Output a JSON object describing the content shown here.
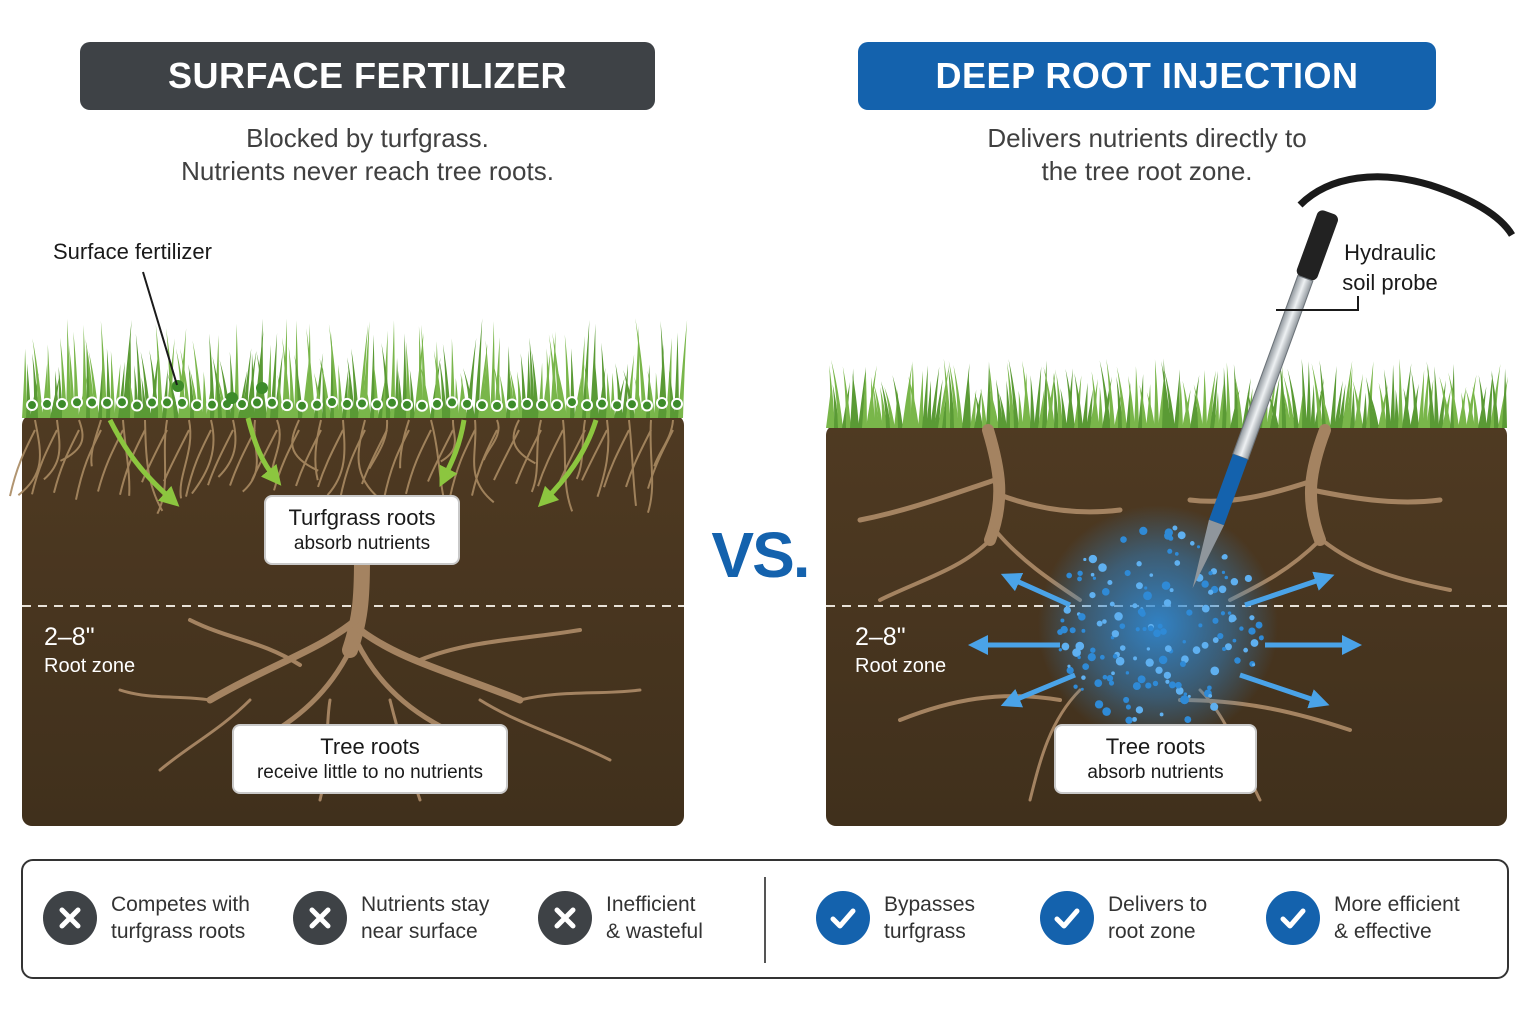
{
  "left_panel": {
    "title": "SURFACE FERTILIZER",
    "subtitle_line1": "Blocked by turfgrass.",
    "subtitle_line2": "Nutrients never reach tree roots.",
    "callout": "Surface fertilizer",
    "grass_card_title": "Turfgrass roots",
    "grass_card_sub": "absorb nutrients",
    "root_zone_depth": "2–8\"",
    "root_zone_label": "Root zone",
    "tree_card_title": "Tree roots",
    "tree_card_sub": "receive little to no nutrients"
  },
  "vs_label": "VS.",
  "right_panel": {
    "title": "DEEP ROOT INJECTION",
    "subtitle_line1": "Delivers nutrients directly to",
    "subtitle_line2": "the tree root zone.",
    "probe_label_line1": "Hydraulic",
    "probe_label_line2": "soil probe",
    "root_zone_depth": "2–8\"",
    "root_zone_label": "Root zone",
    "tree_card_title": "Tree roots",
    "tree_card_sub": "absorb nutrients"
  },
  "summary": {
    "cons": [
      {
        "icon": "x-circle-icon",
        "line1": "Competes with",
        "line2": "turfgrass roots"
      },
      {
        "icon": "x-circle-icon",
        "line1": "Nutrients stay",
        "line2": "near surface"
      },
      {
        "icon": "x-circle-icon",
        "line1": "Inefficient",
        "line2": "& wasteful"
      }
    ],
    "pros": [
      {
        "icon": "check-circle-icon",
        "line1": "Bypasses",
        "line2": "turfgrass"
      },
      {
        "icon": "check-circle-icon",
        "line1": "Delivers to",
        "line2": "root zone"
      },
      {
        "icon": "check-circle-icon",
        "line1": "More efficient",
        "line2": "& effective"
      }
    ]
  },
  "colors": {
    "dark_header": "#3e4246",
    "blue_accent": "#1462ad",
    "soil": "#4a3620",
    "grass": "#5a9a35",
    "nutrient_blue": "#2f8ad6",
    "root": "#9b7a55"
  }
}
